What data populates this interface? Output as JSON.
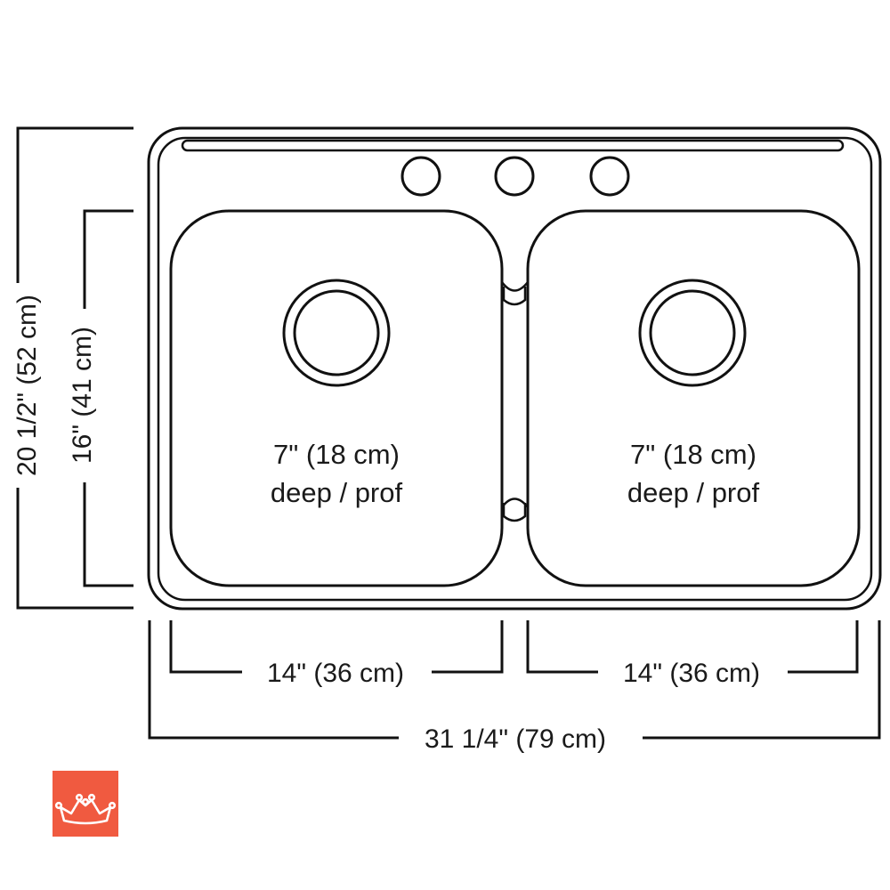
{
  "dimensions": {
    "overall_width": "31 1/4\" (79 cm)",
    "bowl_left_width": "14\" (36 cm)",
    "bowl_right_width": "14\" (36 cm)",
    "overall_depth": "20 1/2\" (52 cm)",
    "bowl_length": "16\" (41 cm)"
  },
  "bowls": [
    {
      "depth_line1": "7\" (18 cm)",
      "depth_line2": "deep / prof"
    },
    {
      "depth_line1": "7\" (18 cm)",
      "depth_line2": "deep / prof"
    }
  ],
  "faucet_holes": 3,
  "logo": {
    "icon": "crown-icon",
    "background_color": "#f05a40"
  }
}
